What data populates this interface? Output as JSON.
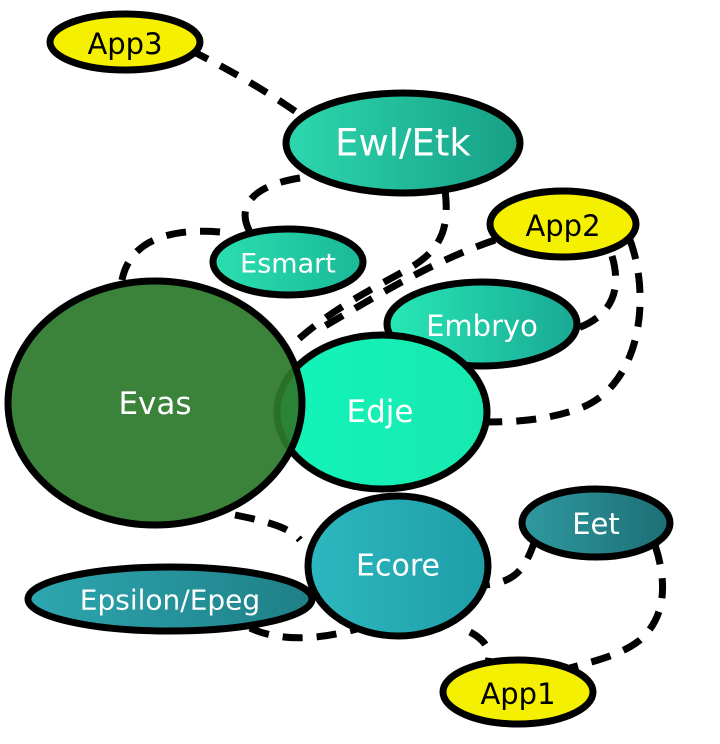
{
  "colors": {
    "app": "#f4f000",
    "evas": "#2c7a2c",
    "edje": "#14f3b7",
    "light": "#21d2a4",
    "teal": "#27aab4",
    "darkteal": "#268e94",
    "mid": "#1fae8f",
    "outline": "#000000"
  },
  "nodes": {
    "app3": {
      "label": "App3"
    },
    "ewl": {
      "label": "Ewl/Etk"
    },
    "app2": {
      "label": "App2"
    },
    "esmart": {
      "label": "Esmart"
    },
    "embryo": {
      "label": "Embryo"
    },
    "evas": {
      "label": "Evas"
    },
    "edje": {
      "label": "Edje"
    },
    "eet": {
      "label": "Eet"
    },
    "ecore": {
      "label": "Ecore"
    },
    "epsilon": {
      "label": "Epsilon/Epeg"
    },
    "app1": {
      "label": "App1"
    }
  }
}
